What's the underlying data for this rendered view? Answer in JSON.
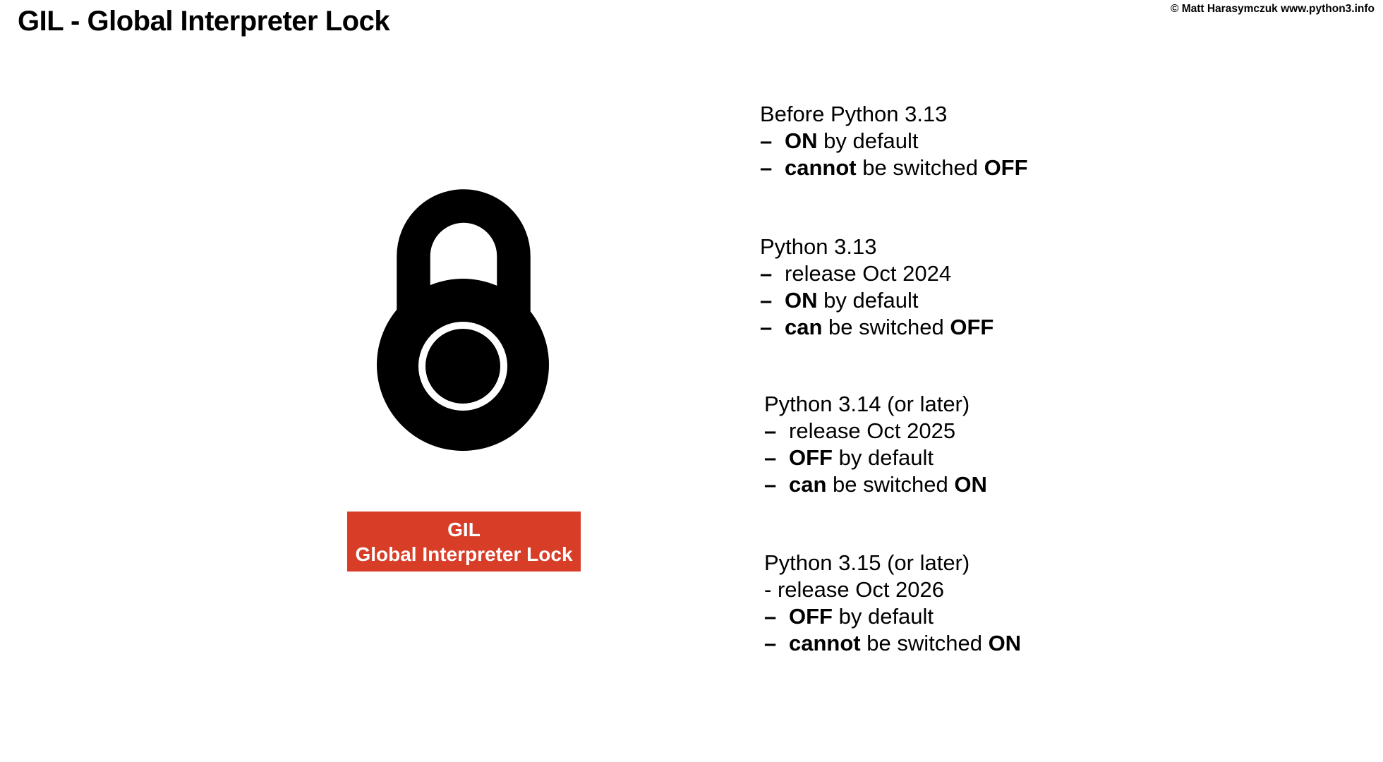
{
  "header": {
    "title": "GIL - Global Interpreter Lock",
    "copyright": "© Matt Harasymczuk www.python3.info"
  },
  "lock": {
    "icon": "padlock-icon",
    "color": "#000000",
    "badge": {
      "line1": "GIL",
      "line2": "Global Interpreter Lock",
      "bg_color": "#D83D28",
      "text_color": "#FFFFFF"
    }
  },
  "versions": [
    {
      "heading": "Before Python 3.13",
      "bullets": [
        {
          "dash": "–",
          "indent": true,
          "parts": [
            {
              "t": "ON",
              "b": true
            },
            {
              "t": " by default",
              "b": false
            }
          ]
        },
        {
          "dash": "–",
          "indent": true,
          "parts": [
            {
              "t": "cannot",
              "b": true
            },
            {
              "t": " be switched ",
              "b": false
            },
            {
              "t": "OFF",
              "b": true
            }
          ]
        }
      ]
    },
    {
      "heading": "Python 3.13",
      "bullets": [
        {
          "dash": "–",
          "indent": true,
          "parts": [
            {
              "t": "release Oct 2024",
              "b": false
            }
          ]
        },
        {
          "dash": "–",
          "indent": true,
          "parts": [
            {
              "t": "ON",
              "b": true
            },
            {
              "t": " by default",
              "b": false
            }
          ]
        },
        {
          "dash": "–",
          "indent": true,
          "parts": [
            {
              "t": "can",
              "b": true
            },
            {
              "t": " be switched ",
              "b": false
            },
            {
              "t": "OFF",
              "b": true
            }
          ]
        }
      ]
    },
    {
      "heading": "Python 3.14 (or later)",
      "bullets": [
        {
          "dash": "–",
          "indent": true,
          "parts": [
            {
              "t": "release Oct 2025",
              "b": false
            }
          ]
        },
        {
          "dash": "–",
          "indent": true,
          "parts": [
            {
              "t": "OFF",
              "b": true
            },
            {
              "t": " by default",
              "b": false
            }
          ]
        },
        {
          "dash": "–",
          "indent": true,
          "parts": [
            {
              "t": "can",
              "b": true
            },
            {
              "t": " be switched ",
              "b": false
            },
            {
              "t": "ON",
              "b": true
            }
          ]
        }
      ]
    },
    {
      "heading": "Python 3.15 (or later)",
      "bullets": [
        {
          "dash": "-",
          "indent": false,
          "parts": [
            {
              "t": "release Oct 2026",
              "b": false
            }
          ]
        },
        {
          "dash": "–",
          "indent": true,
          "parts": [
            {
              "t": "OFF",
              "b": true
            },
            {
              "t": " by default",
              "b": false
            }
          ]
        },
        {
          "dash": "–",
          "indent": true,
          "parts": [
            {
              "t": "cannot",
              "b": true
            },
            {
              "t": " be switched ",
              "b": false
            },
            {
              "t": "ON",
              "b": true
            }
          ]
        }
      ]
    }
  ]
}
